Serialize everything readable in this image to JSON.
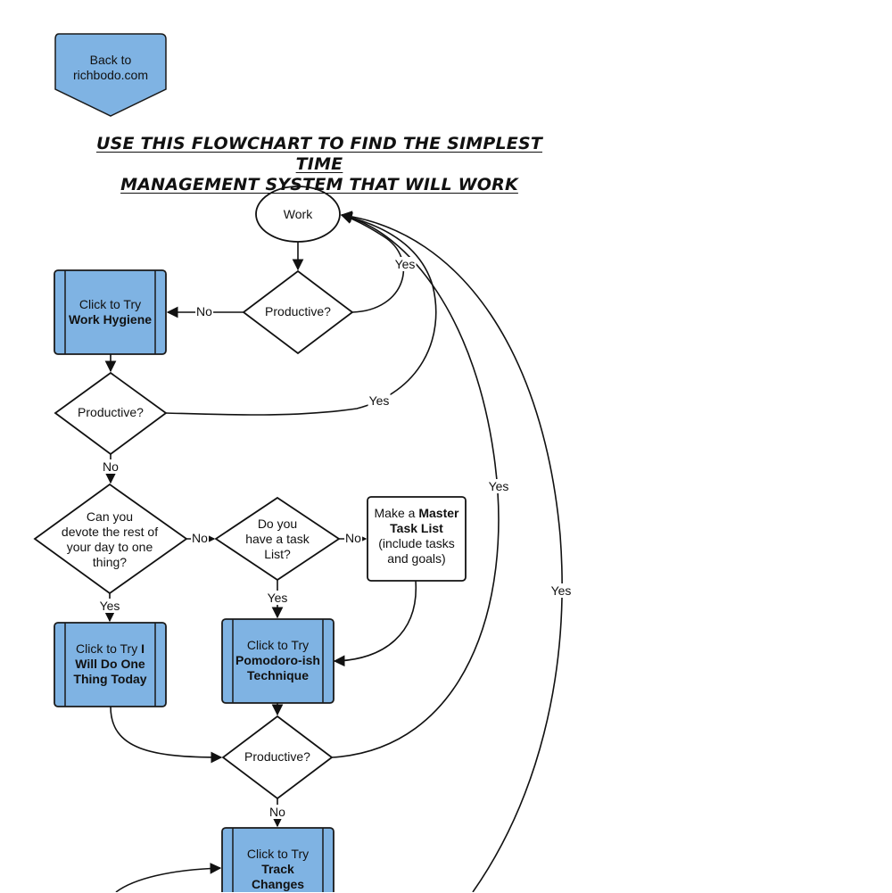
{
  "back_button": {
    "line1": "Back to",
    "line2": "richbodo.com"
  },
  "title": {
    "line1": "USE THIS FLOWCHART TO FIND THE SIMPLEST TIME",
    "line2": "MANAGEMENT SYSTEM THAT WILL WORK"
  },
  "nodes": {
    "work": "Work",
    "productive_1": "Productive?",
    "productive_2": "Productive?",
    "productive_3": "Productive?",
    "work_hygiene": {
      "prefix": "Click to Try",
      "name": "Work Hygiene"
    },
    "devote_day": {
      "line1": "Can you",
      "line2": "devote the rest of",
      "line3": "your day to one",
      "line4": "thing?"
    },
    "task_list_question": {
      "line1": "Do you",
      "line2": "have a task",
      "line3": "List?"
    },
    "master_task_list": {
      "prefix": "Make a",
      "bold1": "Master",
      "bold2": "Task List",
      "line3": "(include tasks",
      "line4": "and goals)"
    },
    "one_thing_today": {
      "prefix": "Click to Try",
      "bold1": "I",
      "bold2": "Will Do One",
      "bold3": "Thing Today"
    },
    "pomodoro": {
      "prefix": "Click to Try",
      "name": "Pomodoro-ish",
      "name2": "Technique"
    },
    "track_changes": {
      "prefix": "Click to Try",
      "name": "Track",
      "name2": "Changes"
    }
  },
  "edge_labels": {
    "yes_1": "Yes",
    "no_1": "No",
    "yes_2": "Yes",
    "no_2": "No",
    "no_3": "No",
    "no_4": "No",
    "yes_3": "Yes",
    "yes_4": "Yes",
    "yes_5": "Yes",
    "yes_6": "Yes",
    "no_5": "No"
  },
  "colors": {
    "action_fill": "#7fb3e3",
    "action_border": "#1a1a1a",
    "line": "#111111"
  }
}
